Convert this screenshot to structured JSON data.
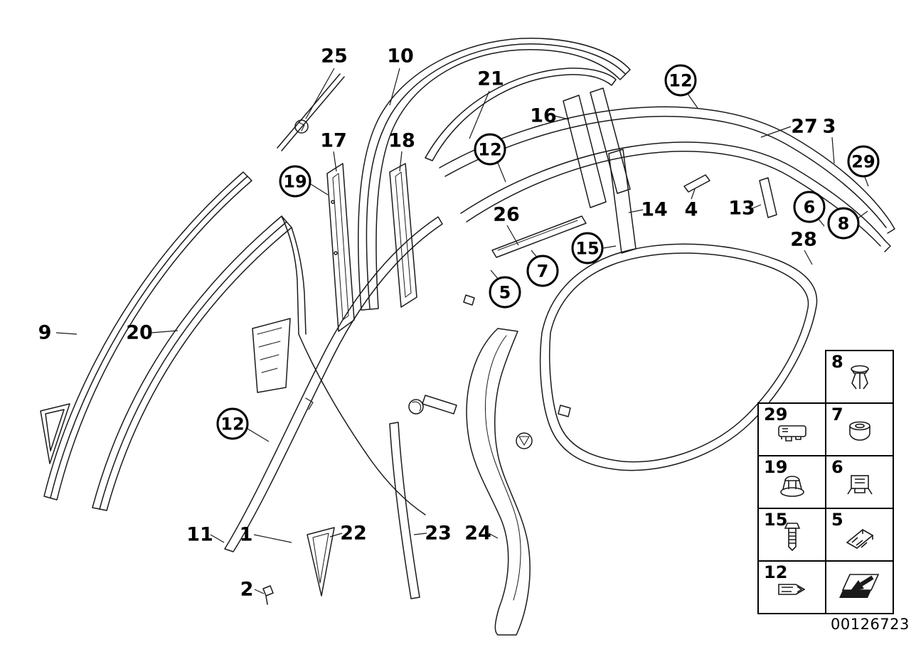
{
  "callouts": {
    "plain": [
      {
        "text": "25"
      },
      {
        "text": "10"
      },
      {
        "text": "21"
      },
      {
        "text": "16"
      },
      {
        "text": "27"
      },
      {
        "text": "3"
      },
      {
        "text": "17"
      },
      {
        "text": "18"
      },
      {
        "text": "26"
      },
      {
        "text": "14"
      },
      {
        "text": "4"
      },
      {
        "text": "13"
      },
      {
        "text": "28"
      },
      {
        "text": "9"
      },
      {
        "text": "20"
      },
      {
        "text": "11"
      },
      {
        "text": "1"
      },
      {
        "text": "22"
      },
      {
        "text": "23"
      },
      {
        "text": "24"
      },
      {
        "text": "2"
      }
    ],
    "circled": [
      {
        "text": "19"
      },
      {
        "text": "12"
      },
      {
        "text": "12"
      },
      {
        "text": "29"
      },
      {
        "text": "6"
      },
      {
        "text": "8"
      },
      {
        "text": "5"
      },
      {
        "text": "7"
      },
      {
        "text": "15"
      },
      {
        "text": "12"
      }
    ]
  },
  "legend": {
    "cells": [
      {
        "number": "8",
        "icon": "expansion-rivet-icon"
      },
      {
        "number": "29",
        "icon": "bracket-icon"
      },
      {
        "number": "7",
        "icon": "grommet-icon"
      },
      {
        "number": "19",
        "icon": "flange-nut-icon"
      },
      {
        "number": "6",
        "icon": "clip-icon"
      },
      {
        "number": "15",
        "icon": "bolt-icon"
      },
      {
        "number": "5",
        "icon": "clamp-icon"
      },
      {
        "number": "12",
        "icon": "fastener-clip-icon"
      }
    ],
    "direction_arrow_icon": "direction-arrow-icon"
  },
  "footer": {
    "diagram_number": "00126723"
  },
  "colors": {
    "line": "#1a1a1a",
    "background": "#ffffff"
  }
}
